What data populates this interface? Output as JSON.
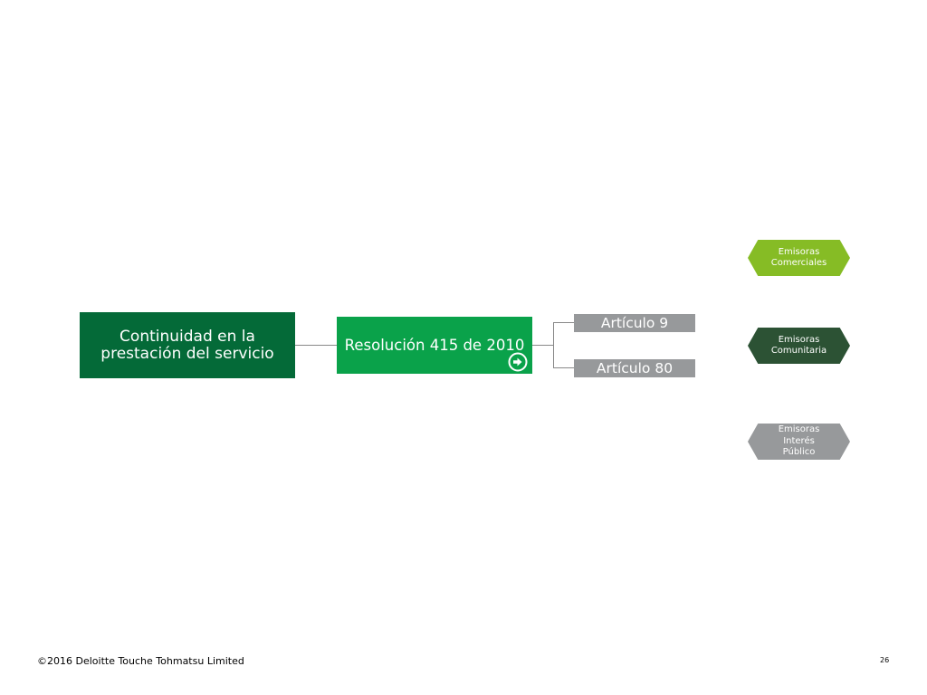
{
  "diagram": {
    "main_box": {
      "label": "Continuidad en la prestación del servicio"
    },
    "resolution_box": {
      "label": "Resolución 415 de 2010",
      "icon": "arrow-right-circle-icon"
    },
    "articles": [
      {
        "label": "Artículo 9"
      },
      {
        "label": "Artículo 80"
      }
    ],
    "categories": [
      {
        "label": "Emisoras\nComerciales"
      },
      {
        "label": "Emisoras\nComunitaria"
      },
      {
        "label": "Emisoras\nInterés\nPúblico"
      }
    ]
  },
  "footer": {
    "copyright": "©2016 Deloitte Touche Tohmatsu Limited",
    "page_number": "26"
  },
  "colors": {
    "dark_green": "#046a38",
    "bright_green": "#0aa24a",
    "lime_green": "#86bc25",
    "forest_green": "#2c5234",
    "gray": "#97999b"
  }
}
